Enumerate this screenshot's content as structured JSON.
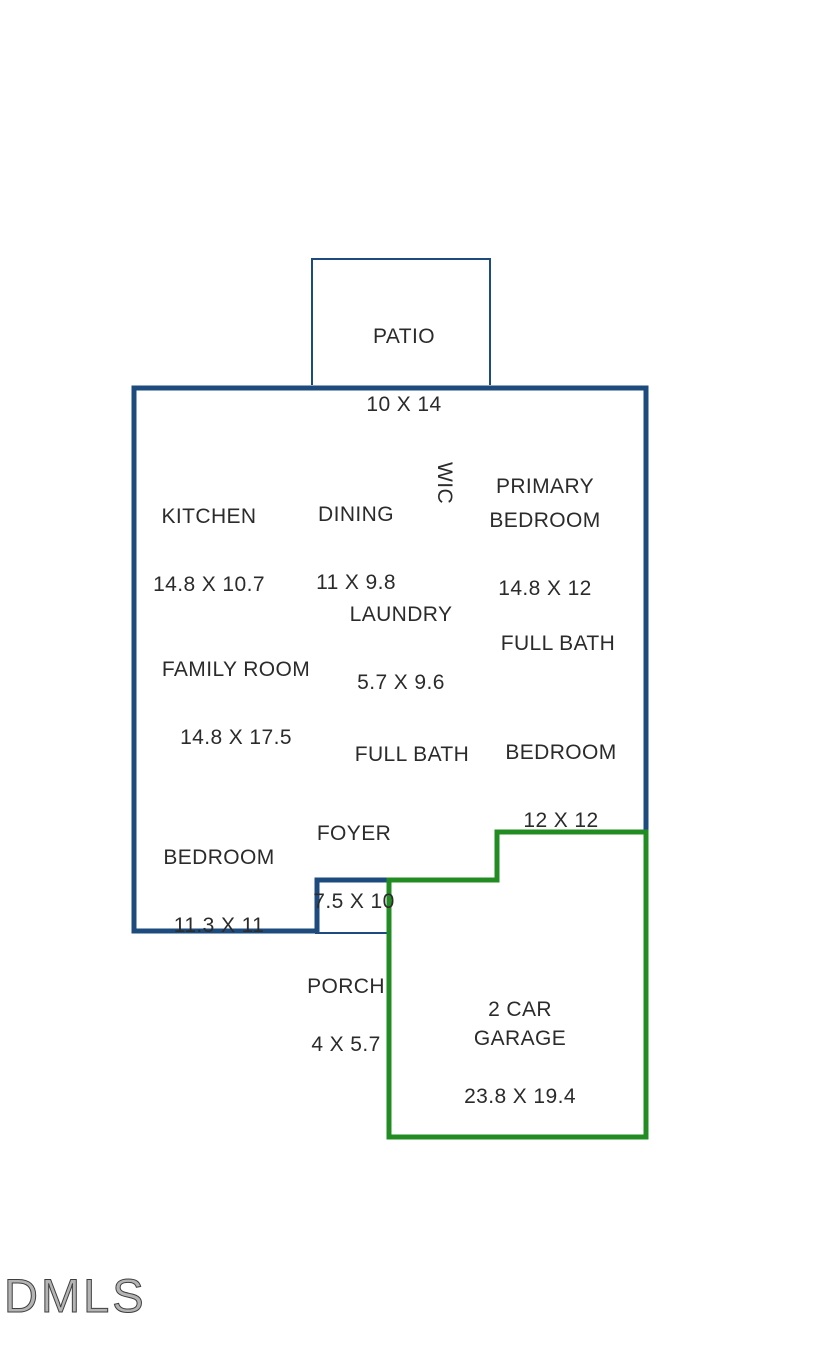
{
  "colors": {
    "house_outline": "#1d4b7e",
    "garage_outline": "#228c22",
    "text": "#2b2b2b"
  },
  "watermark": {
    "text": "DMLS"
  },
  "rooms": [
    {
      "id": "patio",
      "name": "PATIO",
      "dims": "10 X 14"
    },
    {
      "id": "kitchen",
      "name": "KITCHEN",
      "dims": "14.8 X 10.7"
    },
    {
      "id": "dining",
      "name": "DINING",
      "dims": "11 X 9.8"
    },
    {
      "id": "wic",
      "name": "WIC",
      "dims": ""
    },
    {
      "id": "primary-bedroom",
      "name": "PRIMARY\nBEDROOM",
      "dims": "14.8 X 12"
    },
    {
      "id": "laundry",
      "name": "LAUNDRY",
      "dims": "5.7 X 9.6"
    },
    {
      "id": "full-bath-upper",
      "name": "FULL BATH",
      "dims": ""
    },
    {
      "id": "family-room",
      "name": "FAMILY ROOM",
      "dims": "14.8 X 17.5"
    },
    {
      "id": "full-bath-lower",
      "name": "FULL BATH",
      "dims": ""
    },
    {
      "id": "bedroom-2",
      "name": "BEDROOM",
      "dims": "12 X 12"
    },
    {
      "id": "foyer",
      "name": "FOYER",
      "dims": "7.5 X 10"
    },
    {
      "id": "bedroom-3",
      "name": "BEDROOM",
      "dims": "11.3 X 11"
    },
    {
      "id": "porch",
      "name": "PORCH",
      "dims": "4 X 5.7"
    },
    {
      "id": "garage",
      "name": "2 CAR\nGARAGE",
      "dims": "23.8 X 19.4"
    }
  ]
}
